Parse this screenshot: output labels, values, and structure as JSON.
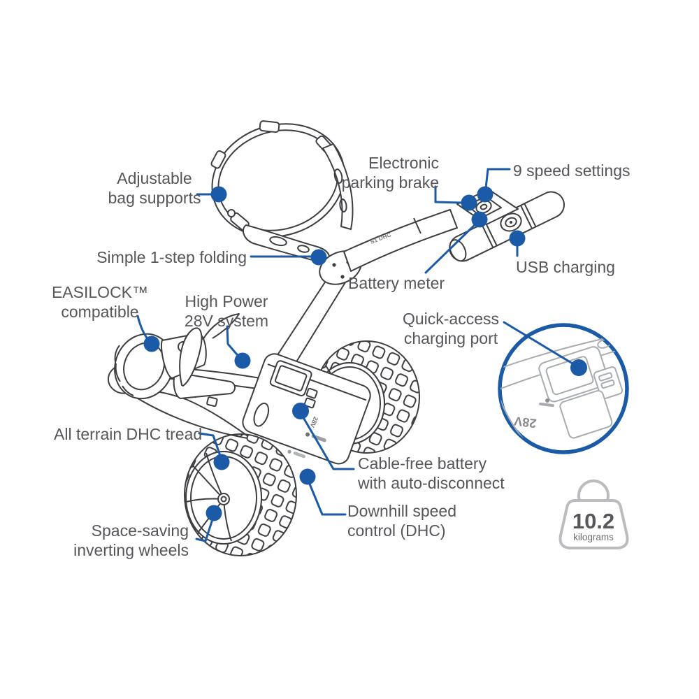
{
  "diagram": {
    "subject": "electric golf trolley feature diagram",
    "accent_color": "#1a5aa6",
    "line_art_color": "#3c3e42",
    "label_color": "#54565a"
  },
  "callouts": {
    "bag_supports": "Adjustable\nbag supports",
    "folding": "Simple 1-step folding",
    "easilock": "EASILOCK™\ncompatible",
    "power": "High Power\n28V system",
    "parking_brake": "Electronic\nparking brake",
    "speed_settings": "9 speed settings",
    "battery_meter": "Battery meter",
    "usb": "USB charging",
    "charging_port": "Quick-access\ncharging port",
    "tread": "All terrain DHC tread",
    "cable_free_battery": "Cable-free battery\nwith auto-disconnect",
    "downhill": "Downhill speed\ncontrol (DHC)",
    "inverting_wheels": "Space-saving\ninverting wheels"
  },
  "markings": {
    "battery_voltage": "28V",
    "handle_model": "S1 DHC"
  },
  "weight_badge": {
    "value": "10.2",
    "unit": "kilograms"
  }
}
